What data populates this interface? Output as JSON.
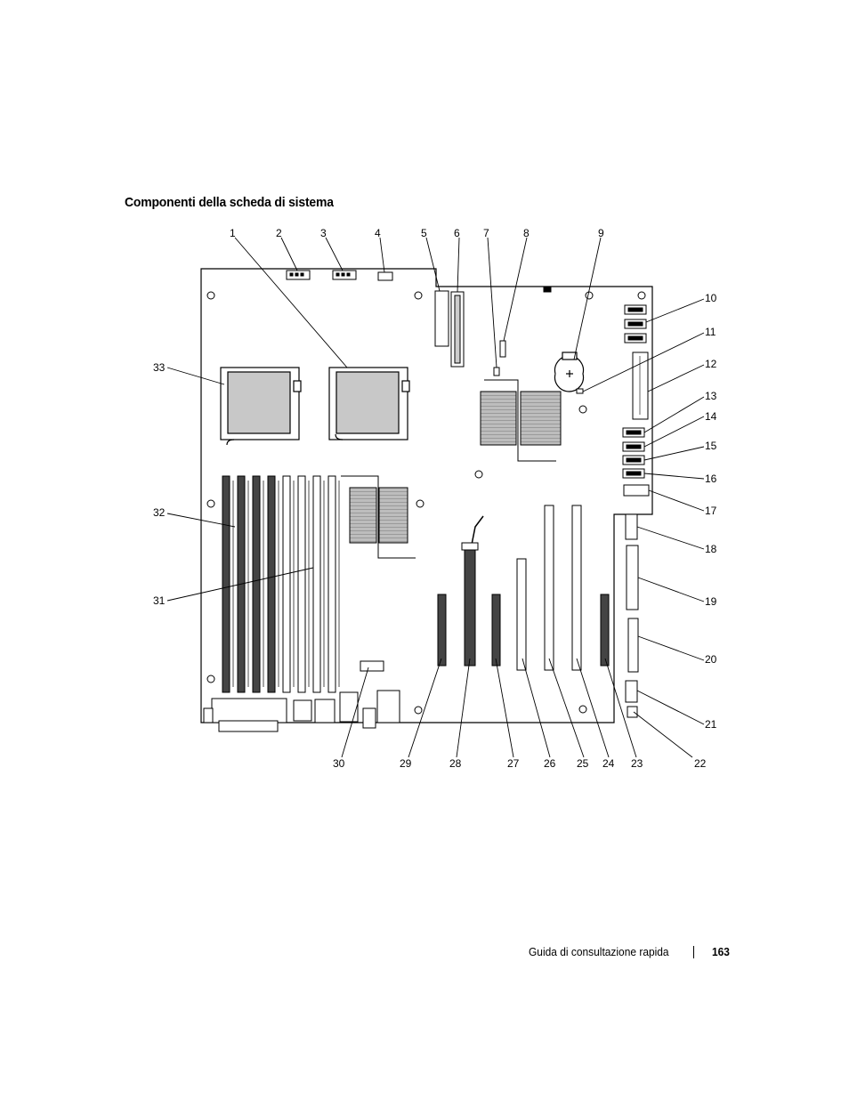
{
  "section_title": "Componenti della scheda di sistema",
  "callouts": [
    "1",
    "2",
    "3",
    "4",
    "5",
    "6",
    "7",
    "8",
    "9",
    "10",
    "11",
    "12",
    "13",
    "14",
    "15",
    "16",
    "17",
    "18",
    "19",
    "20",
    "21",
    "22",
    "23",
    "24",
    "25",
    "26",
    "27",
    "28",
    "29",
    "30",
    "31",
    "32",
    "33"
  ],
  "footer": {
    "guide_title": "Guida di consultazione rapida",
    "page_number": "163"
  }
}
